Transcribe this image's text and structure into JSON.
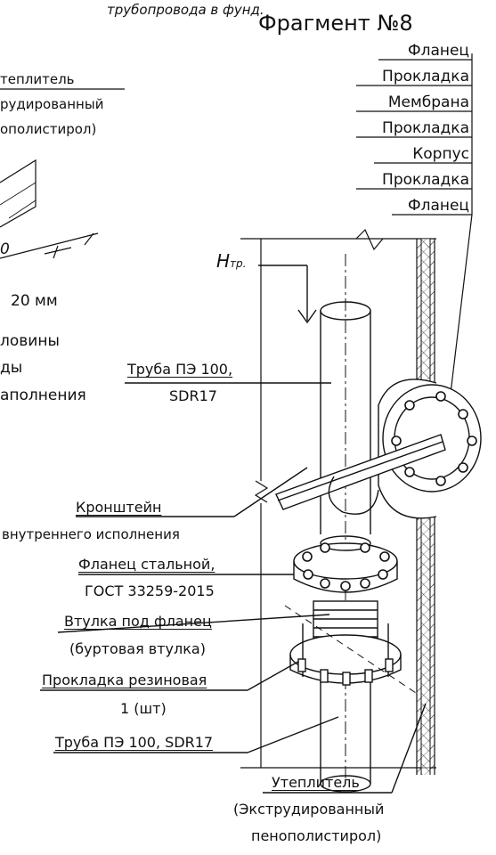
{
  "header": {
    "note_top": "трубопровода в фунд.",
    "fragment_title": "Фрагмент №8"
  },
  "layers": [
    "Фланец",
    "Прокладка",
    "Мембрана",
    "Прокладка",
    "Корпус",
    "Прокладка",
    "Фланец"
  ],
  "left_labels": {
    "insulation_top_l1": "теплитель",
    "insulation_top_l2": "рудированный",
    "insulation_top_l3": "ополистирол)",
    "dim_frag": "0",
    "size_20": "20 мм",
    "half_l1": "ловины",
    "half_l2": "ды",
    "half_l3": "аполнения"
  },
  "callouts": {
    "h_label": "H",
    "h_sub": "тр.",
    "pipe_top_l1": "Труба ПЭ 100,",
    "pipe_top_l2": "SDR17",
    "bracket_l1": "Кронштейн",
    "bracket_l2": "внутреннего исполнения",
    "flange_l1": "Фланец стальной,",
    "flange_l2": "ГОСТ 33259-2015",
    "bush_l1": "Втулка под фланец",
    "bush_l2": "(буртовая втулка)",
    "gasket_l1": "Прокладка резиновая",
    "gasket_l2": "1 (шт)",
    "pipe_bot": "Труба ПЭ 100, SDR17",
    "insul_bot_l1": "Утеплитель",
    "insul_bot_l2": "(Экструдированный",
    "insul_bot_l3": "пенополистирол)"
  }
}
